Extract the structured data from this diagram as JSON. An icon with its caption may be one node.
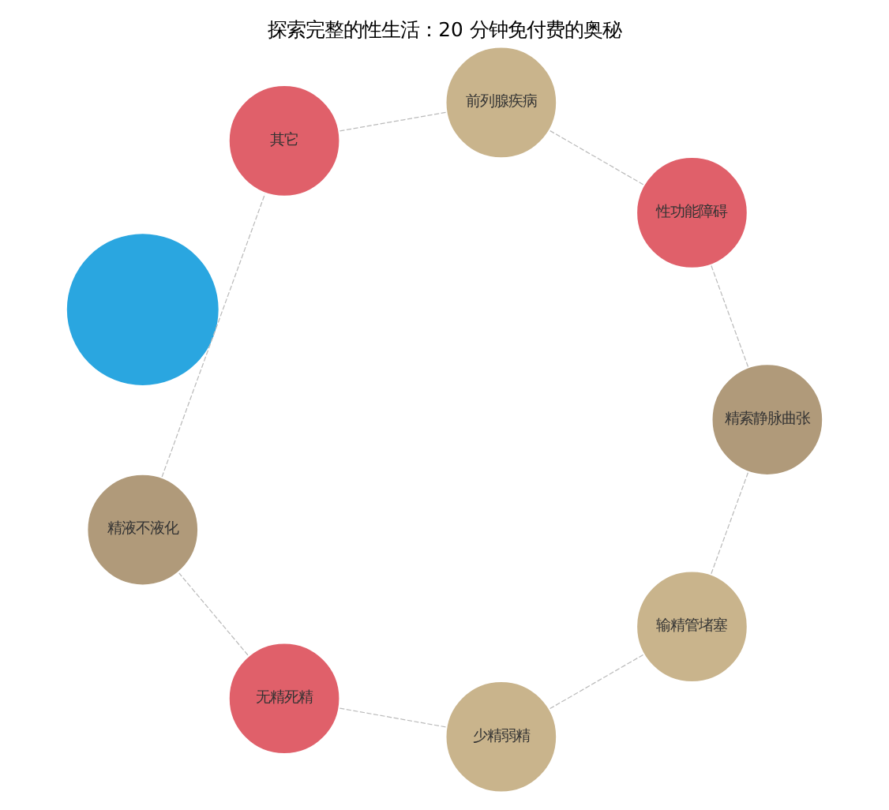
{
  "diagram": {
    "title": "探索完整的性生活：20 分钟免付费的奥秘",
    "nodes": [
      {
        "text": [],
        "shape": "circle"
      },
      {
        "text": [
          "少精弱精"
        ]
      },
      {
        "text": [
          "无精死精"
        ]
      },
      {
        "text": [
          "精液不液化"
        ]
      },
      {
        "text": [
          "其它"
        ]
      },
      {
        "text": [
          "前列腺疾病"
        ]
      },
      {
        "text": [
          "性功能障碍"
        ]
      },
      {
        "text": [
          "精索静脉曲张"
        ]
      },
      {
        "text": [
          "输精管堵塞"
        ]
      }
    ],
    "edges": [
      {
        "from": 1,
        "to": 2,
        "arrow": "none",
        "style": "dashed"
      },
      {
        "from": 2,
        "to": 3,
        "arrow": "none",
        "style": "dashed"
      },
      {
        "from": 3,
        "to": 4,
        "arrow": "none",
        "style": "dashed"
      },
      {
        "from": 4,
        "to": 5,
        "arrow": "none",
        "style": "dashed"
      },
      {
        "from": 5,
        "to": 6,
        "arrow": "none",
        "style": "dashed"
      },
      {
        "from": 6,
        "to": 7,
        "arrow": "none",
        "style": "dashed"
      },
      {
        "from": 7,
        "to": 8,
        "arrow": "none",
        "style": "dashed"
      },
      {
        "from": 8,
        "to": 1,
        "arrow": "none",
        "style": "dashed"
      }
    ]
  }
}
